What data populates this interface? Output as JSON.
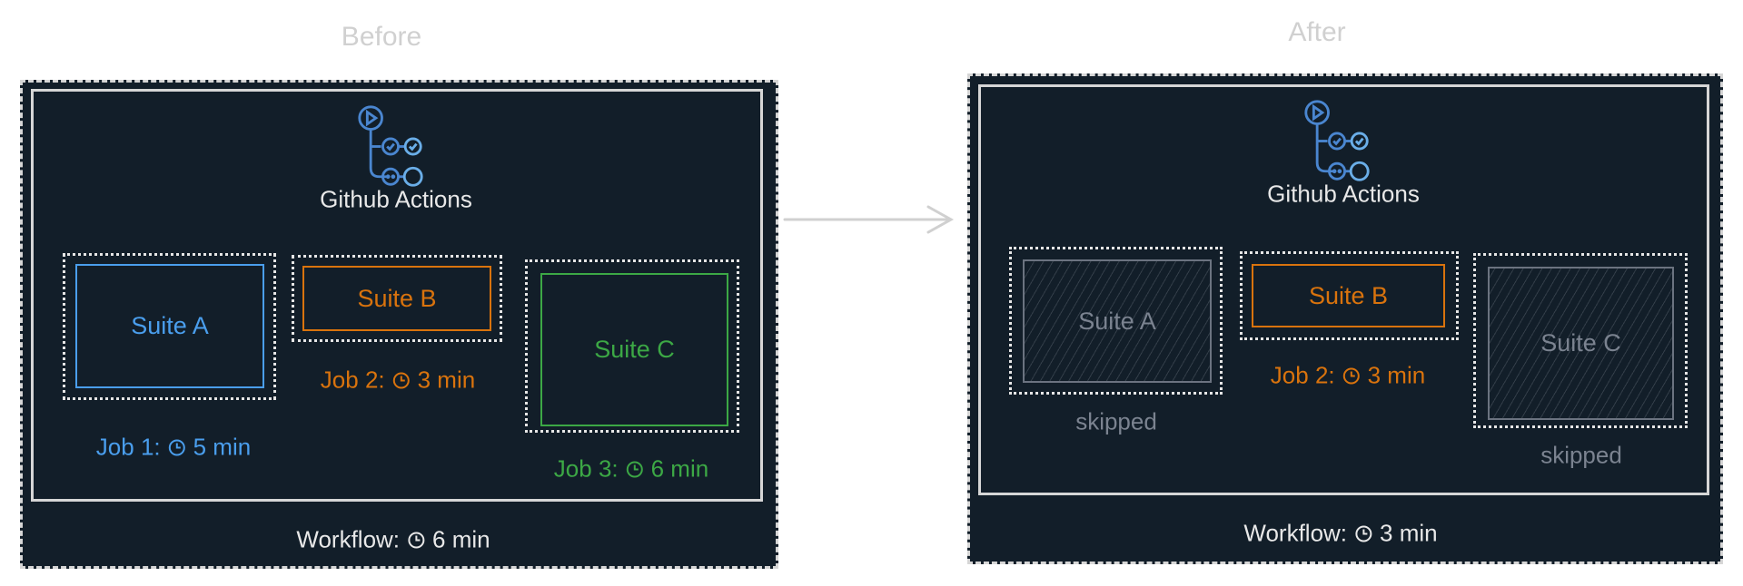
{
  "colors": {
    "background": "#121e29",
    "border": "#d6d6d6",
    "blue": "#4a9eed",
    "orange": "#d9730d",
    "green": "#3ca845",
    "gray": "#7b8390"
  },
  "before": {
    "title": "Before",
    "header": "Github Actions",
    "suites": [
      {
        "name": "Suite A",
        "job": "Job 1:",
        "duration": "5 min"
      },
      {
        "name": "Suite B",
        "job": "Job 2:",
        "duration": "3 min"
      },
      {
        "name": "Suite C",
        "job": "Job 3:",
        "duration": "6 min"
      }
    ],
    "workflow": {
      "label": "Workflow:",
      "duration": "6 min"
    }
  },
  "after": {
    "title": "After",
    "header": "Github Actions",
    "suites": [
      {
        "name": "Suite A",
        "status": "skipped"
      },
      {
        "name": "Suite B",
        "job": "Job 2:",
        "duration": "3 min"
      },
      {
        "name": "Suite C",
        "status": "skipped"
      }
    ],
    "workflow": {
      "label": "Workflow:",
      "duration": "3 min"
    }
  }
}
